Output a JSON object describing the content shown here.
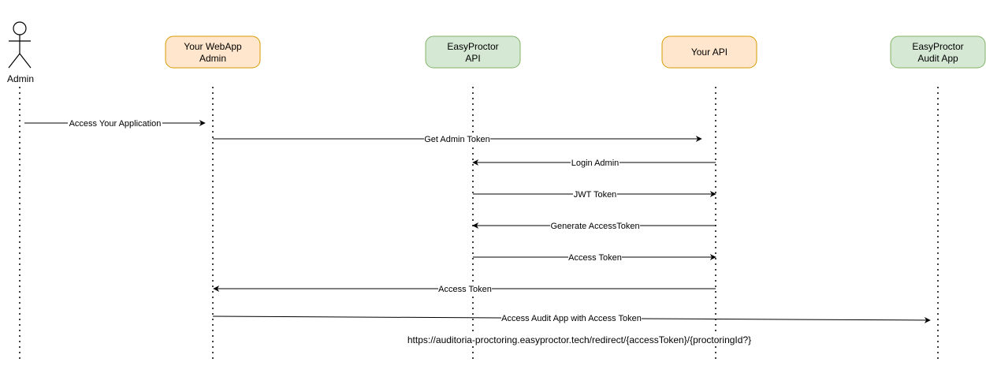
{
  "actor": {
    "label": "Admin"
  },
  "participants": [
    {
      "id": "webapp",
      "lines": [
        "Your WebApp",
        "Admin"
      ],
      "fill": "#ffe6cc",
      "stroke": "#d79b00"
    },
    {
      "id": "easyproctor-api",
      "lines": [
        "EasyProctor",
        "API"
      ],
      "fill": "#d5e8d4",
      "stroke": "#82b366"
    },
    {
      "id": "your-api",
      "lines": [
        "Your API"
      ],
      "fill": "#ffe6cc",
      "stroke": "#d79b00"
    },
    {
      "id": "audit-app",
      "lines": [
        "EasyProctor",
        "Audit App"
      ],
      "fill": "#d5e8d4",
      "stroke": "#82b366"
    }
  ],
  "messages": [
    {
      "label": "Access Your Application",
      "from": "admin",
      "to": "webapp"
    },
    {
      "label": "Get Admin Token",
      "from": "webapp",
      "to": "your-api"
    },
    {
      "label": "Login Admin",
      "from": "your-api",
      "to": "easyproctor-api"
    },
    {
      "label": "JWT Token",
      "from": "easyproctor-api",
      "to": "your-api"
    },
    {
      "label": "Generate AccessToken",
      "from": "your-api",
      "to": "easyproctor-api"
    },
    {
      "label": "Access Token",
      "from": "easyproctor-api",
      "to": "your-api"
    },
    {
      "label": "Access Token",
      "from": "your-api",
      "to": "webapp"
    },
    {
      "label": "Access Audit App with Access Token",
      "from": "webapp",
      "to": "audit-app"
    }
  ],
  "note": "https://auditoria-proctoring.easyproctor.tech/redirect/{accessToken}/{proctoringId?}"
}
